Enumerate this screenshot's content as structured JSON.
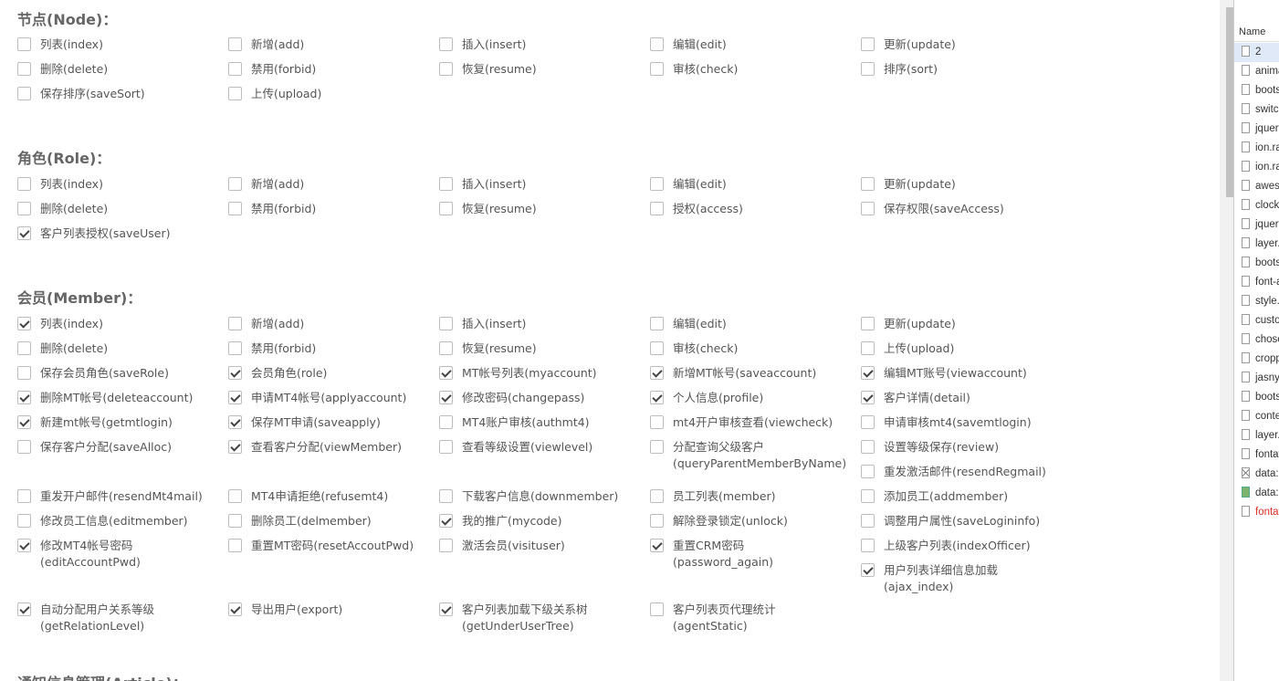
{
  "sections": [
    {
      "title": "节点(Node)：",
      "items": [
        {
          "label": "列表(index)",
          "checked": false
        },
        {
          "label": "新增(add)",
          "checked": false
        },
        {
          "label": "插入(insert)",
          "checked": false
        },
        {
          "label": "编辑(edit)",
          "checked": false
        },
        {
          "label": "更新(update)",
          "checked": false
        },
        {
          "label": "删除(delete)",
          "checked": false
        },
        {
          "label": "禁用(forbid)",
          "checked": false
        },
        {
          "label": "恢复(resume)",
          "checked": false
        },
        {
          "label": "审核(check)",
          "checked": false
        },
        {
          "label": "排序(sort)",
          "checked": false
        },
        {
          "label": "保存排序(saveSort)",
          "checked": false
        },
        {
          "label": "上传(upload)",
          "checked": false
        }
      ]
    },
    {
      "title": "角色(Role)：",
      "items": [
        {
          "label": "列表(index)",
          "checked": false
        },
        {
          "label": "新增(add)",
          "checked": false
        },
        {
          "label": "插入(insert)",
          "checked": false
        },
        {
          "label": "编辑(edit)",
          "checked": false
        },
        {
          "label": "更新(update)",
          "checked": false
        },
        {
          "label": "删除(delete)",
          "checked": false
        },
        {
          "label": "禁用(forbid)",
          "checked": false
        },
        {
          "label": "恢复(resume)",
          "checked": false
        },
        {
          "label": "授权(access)",
          "checked": false
        },
        {
          "label": "保存权限(saveAccess)",
          "checked": false
        },
        {
          "label": "客户列表授权(saveUser)",
          "checked": true
        }
      ]
    },
    {
      "title": "会员(Member)：",
      "items": [
        {
          "label": "列表(index)",
          "checked": true
        },
        {
          "label": "新增(add)",
          "checked": false
        },
        {
          "label": "插入(insert)",
          "checked": false
        },
        {
          "label": "编辑(edit)",
          "checked": false
        },
        {
          "label": "更新(update)",
          "checked": false
        },
        {
          "label": "删除(delete)",
          "checked": false
        },
        {
          "label": "禁用(forbid)",
          "checked": false
        },
        {
          "label": "恢复(resume)",
          "checked": false
        },
        {
          "label": "审核(check)",
          "checked": false
        },
        {
          "label": "上传(upload)",
          "checked": false
        },
        {
          "label": "保存会员角色(saveRole)",
          "checked": false
        },
        {
          "label": "会员角色(role)",
          "checked": true
        },
        {
          "label": "MT帐号列表(myaccount)",
          "checked": true
        },
        {
          "label": "新增MT帐号(saveaccount)",
          "checked": true
        },
        {
          "label": "编辑MT账号(viewaccount)",
          "checked": true
        },
        {
          "label": "删除MT帐号(deleteaccount)",
          "checked": true
        },
        {
          "label": "申请MT4帐号(applyaccount)",
          "checked": true
        },
        {
          "label": "修改密码(changepass)",
          "checked": true
        },
        {
          "label": "个人信息(profile)",
          "checked": true
        },
        {
          "label": "客户详情(detail)",
          "checked": true
        },
        {
          "label": "新建mt帐号(getmtlogin)",
          "checked": true
        },
        {
          "label": "保存MT申请(saveapply)",
          "checked": true
        },
        {
          "label": "MT4账户审核(authmt4)",
          "checked": false
        },
        {
          "label": "mt4开户审核查看(viewcheck)",
          "checked": false
        },
        {
          "label": "申请审核mt4(savemtlogin)",
          "checked": false
        },
        {
          "label": "保存客户分配(saveAlloc)",
          "checked": false
        },
        {
          "label": "查看客户分配(viewMember)",
          "checked": true
        },
        {
          "label": "查看等级设置(viewlevel)",
          "checked": false
        },
        {
          "label": "分配查询父级客户\n(queryParentMemberByName)",
          "checked": false
        },
        {
          "label": "设置等级保存(review)",
          "checked": false
        },
        {
          "label": "重发激活邮件(resendRegmail)",
          "checked": false
        },
        {
          "label": "重发开户邮件(resendMt4mail)",
          "checked": false
        },
        {
          "label": "MT4申请拒绝(refusemt4)",
          "checked": false
        },
        {
          "label": "下载客户信息(downmember)",
          "checked": false
        },
        {
          "label": "员工列表(member)",
          "checked": false
        },
        {
          "label": "添加员工(addmember)",
          "checked": false
        },
        {
          "label": "修改员工信息(editmember)",
          "checked": false
        },
        {
          "label": "删除员工(delmember)",
          "checked": false
        },
        {
          "label": "我的推广(mycode)",
          "checked": true
        },
        {
          "label": "解除登录锁定(unlock)",
          "checked": false
        },
        {
          "label": "调整用户属性(saveLogininfo)",
          "checked": false
        },
        {
          "label": "修改MT4帐号密码\n(editAccountPwd)",
          "checked": true
        },
        {
          "label": "重置MT密码(resetAccoutPwd)",
          "checked": false
        },
        {
          "label": "激活会员(visituser)",
          "checked": false
        },
        {
          "label": "重置CRM密码\n(password_again)",
          "checked": true
        },
        {
          "label": "上级客户列表(indexOfficer)",
          "checked": false
        },
        {
          "label": "用户列表详细信息加载\n(ajax_index)",
          "checked": true
        },
        {
          "label": "自动分配用户关系等级\n(getRelationLevel)",
          "checked": true
        },
        {
          "label": "导出用户(export)",
          "checked": true
        },
        {
          "label": "客户列表加载下级关系树\n(getUnderUserTree)",
          "checked": true
        },
        {
          "label": "客户列表页代理统计\n(agentStatic)",
          "checked": false
        }
      ]
    },
    {
      "title": "通知信息管理(Article)：",
      "items": []
    }
  ],
  "devtools": {
    "header": "Name",
    "files": [
      {
        "name": "2",
        "state": "selected"
      },
      {
        "name": "animate.css",
        "state": "normal"
      },
      {
        "name": "bootstrap.min.css",
        "state": "normal"
      },
      {
        "name": "switchery.css",
        "state": "normal"
      },
      {
        "name": "jquery.js",
        "state": "normal"
      },
      {
        "name": "ion.rangeSlider.css",
        "state": "normal"
      },
      {
        "name": "ion.rangeSlider.skin.css",
        "state": "normal"
      },
      {
        "name": "awesome.css",
        "state": "normal"
      },
      {
        "name": "clockpicker.css",
        "state": "normal"
      },
      {
        "name": "jquery.ui.css",
        "state": "normal"
      },
      {
        "name": "layer.css",
        "state": "normal"
      },
      {
        "name": "bootstrap.css",
        "state": "normal"
      },
      {
        "name": "font-awesome.css",
        "state": "normal"
      },
      {
        "name": "style.css",
        "state": "normal"
      },
      {
        "name": "custom.css",
        "state": "normal"
      },
      {
        "name": "chosen.css",
        "state": "normal"
      },
      {
        "name": "cropper.css",
        "state": "normal"
      },
      {
        "name": "jasny.css",
        "state": "normal"
      },
      {
        "name": "bootstrap-table.css",
        "state": "normal"
      },
      {
        "name": "contextMenu.css",
        "state": "normal"
      },
      {
        "name": "layer.js",
        "state": "normal"
      },
      {
        "name": "fontawesome.woff",
        "state": "normal"
      },
      {
        "name": "data:image",
        "state": "blocked"
      },
      {
        "name": "data:image/png",
        "state": "image"
      },
      {
        "name": "fontawesome.ttf",
        "state": "error"
      }
    ]
  }
}
